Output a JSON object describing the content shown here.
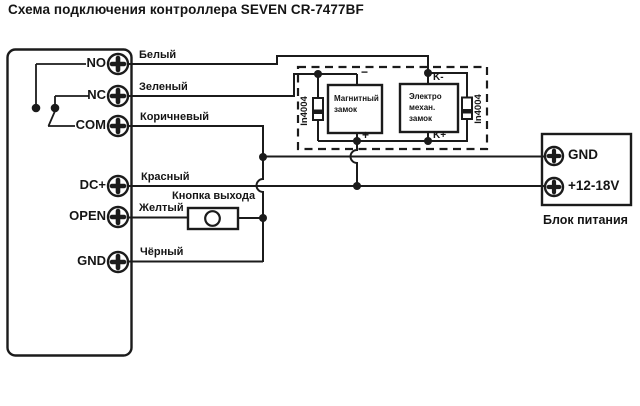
{
  "title": "Схема подключения контроллера SEVEN CR-7477BF",
  "controller": {
    "terminals": [
      {
        "label": "NO",
        "wire": "Белый"
      },
      {
        "label": "NC",
        "wire": "Зеленый"
      },
      {
        "label": "COM",
        "wire": "Коричневый"
      },
      {
        "label": "DC+",
        "wire": "Красный"
      },
      {
        "label": "OPEN",
        "wire": "Желтый"
      },
      {
        "label": "GND",
        "wire": "Чёрный"
      }
    ]
  },
  "exit_button": {
    "label": "Кнопка выхода"
  },
  "magnetic_lock": {
    "lines": [
      "Магнитный",
      "замок"
    ],
    "terminal_top": "−",
    "terminal_bottom": "+"
  },
  "electromech_lock": {
    "lines": [
      "Электро",
      "механ.",
      "замок"
    ],
    "terminal_top": "K-",
    "terminal_bottom": "K+"
  },
  "diodes": {
    "left": "In4004",
    "right": "In4004"
  },
  "power_supply": {
    "terminal_gnd": "GND",
    "terminal_power": "+12-18V",
    "label": "Блок питания"
  },
  "colors": {
    "ink": "#1b1b1b",
    "background": "#ffffff"
  }
}
